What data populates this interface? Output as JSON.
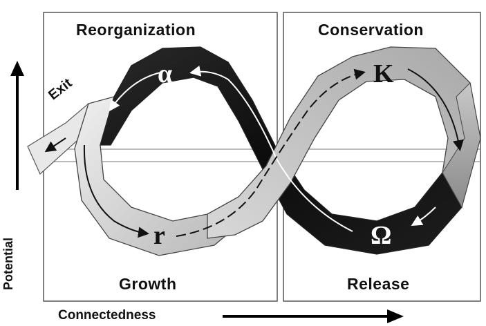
{
  "quadrants": {
    "top_left": "Reorganization",
    "top_right": "Conservation",
    "bottom_left": "Growth",
    "bottom_right": "Release"
  },
  "phases": {
    "alpha": "α",
    "k": "K",
    "r": "r",
    "omega": "Ω"
  },
  "exit_label": "Exit",
  "axes": {
    "y_label": "Potential",
    "x_label": "Connectedness"
  }
}
